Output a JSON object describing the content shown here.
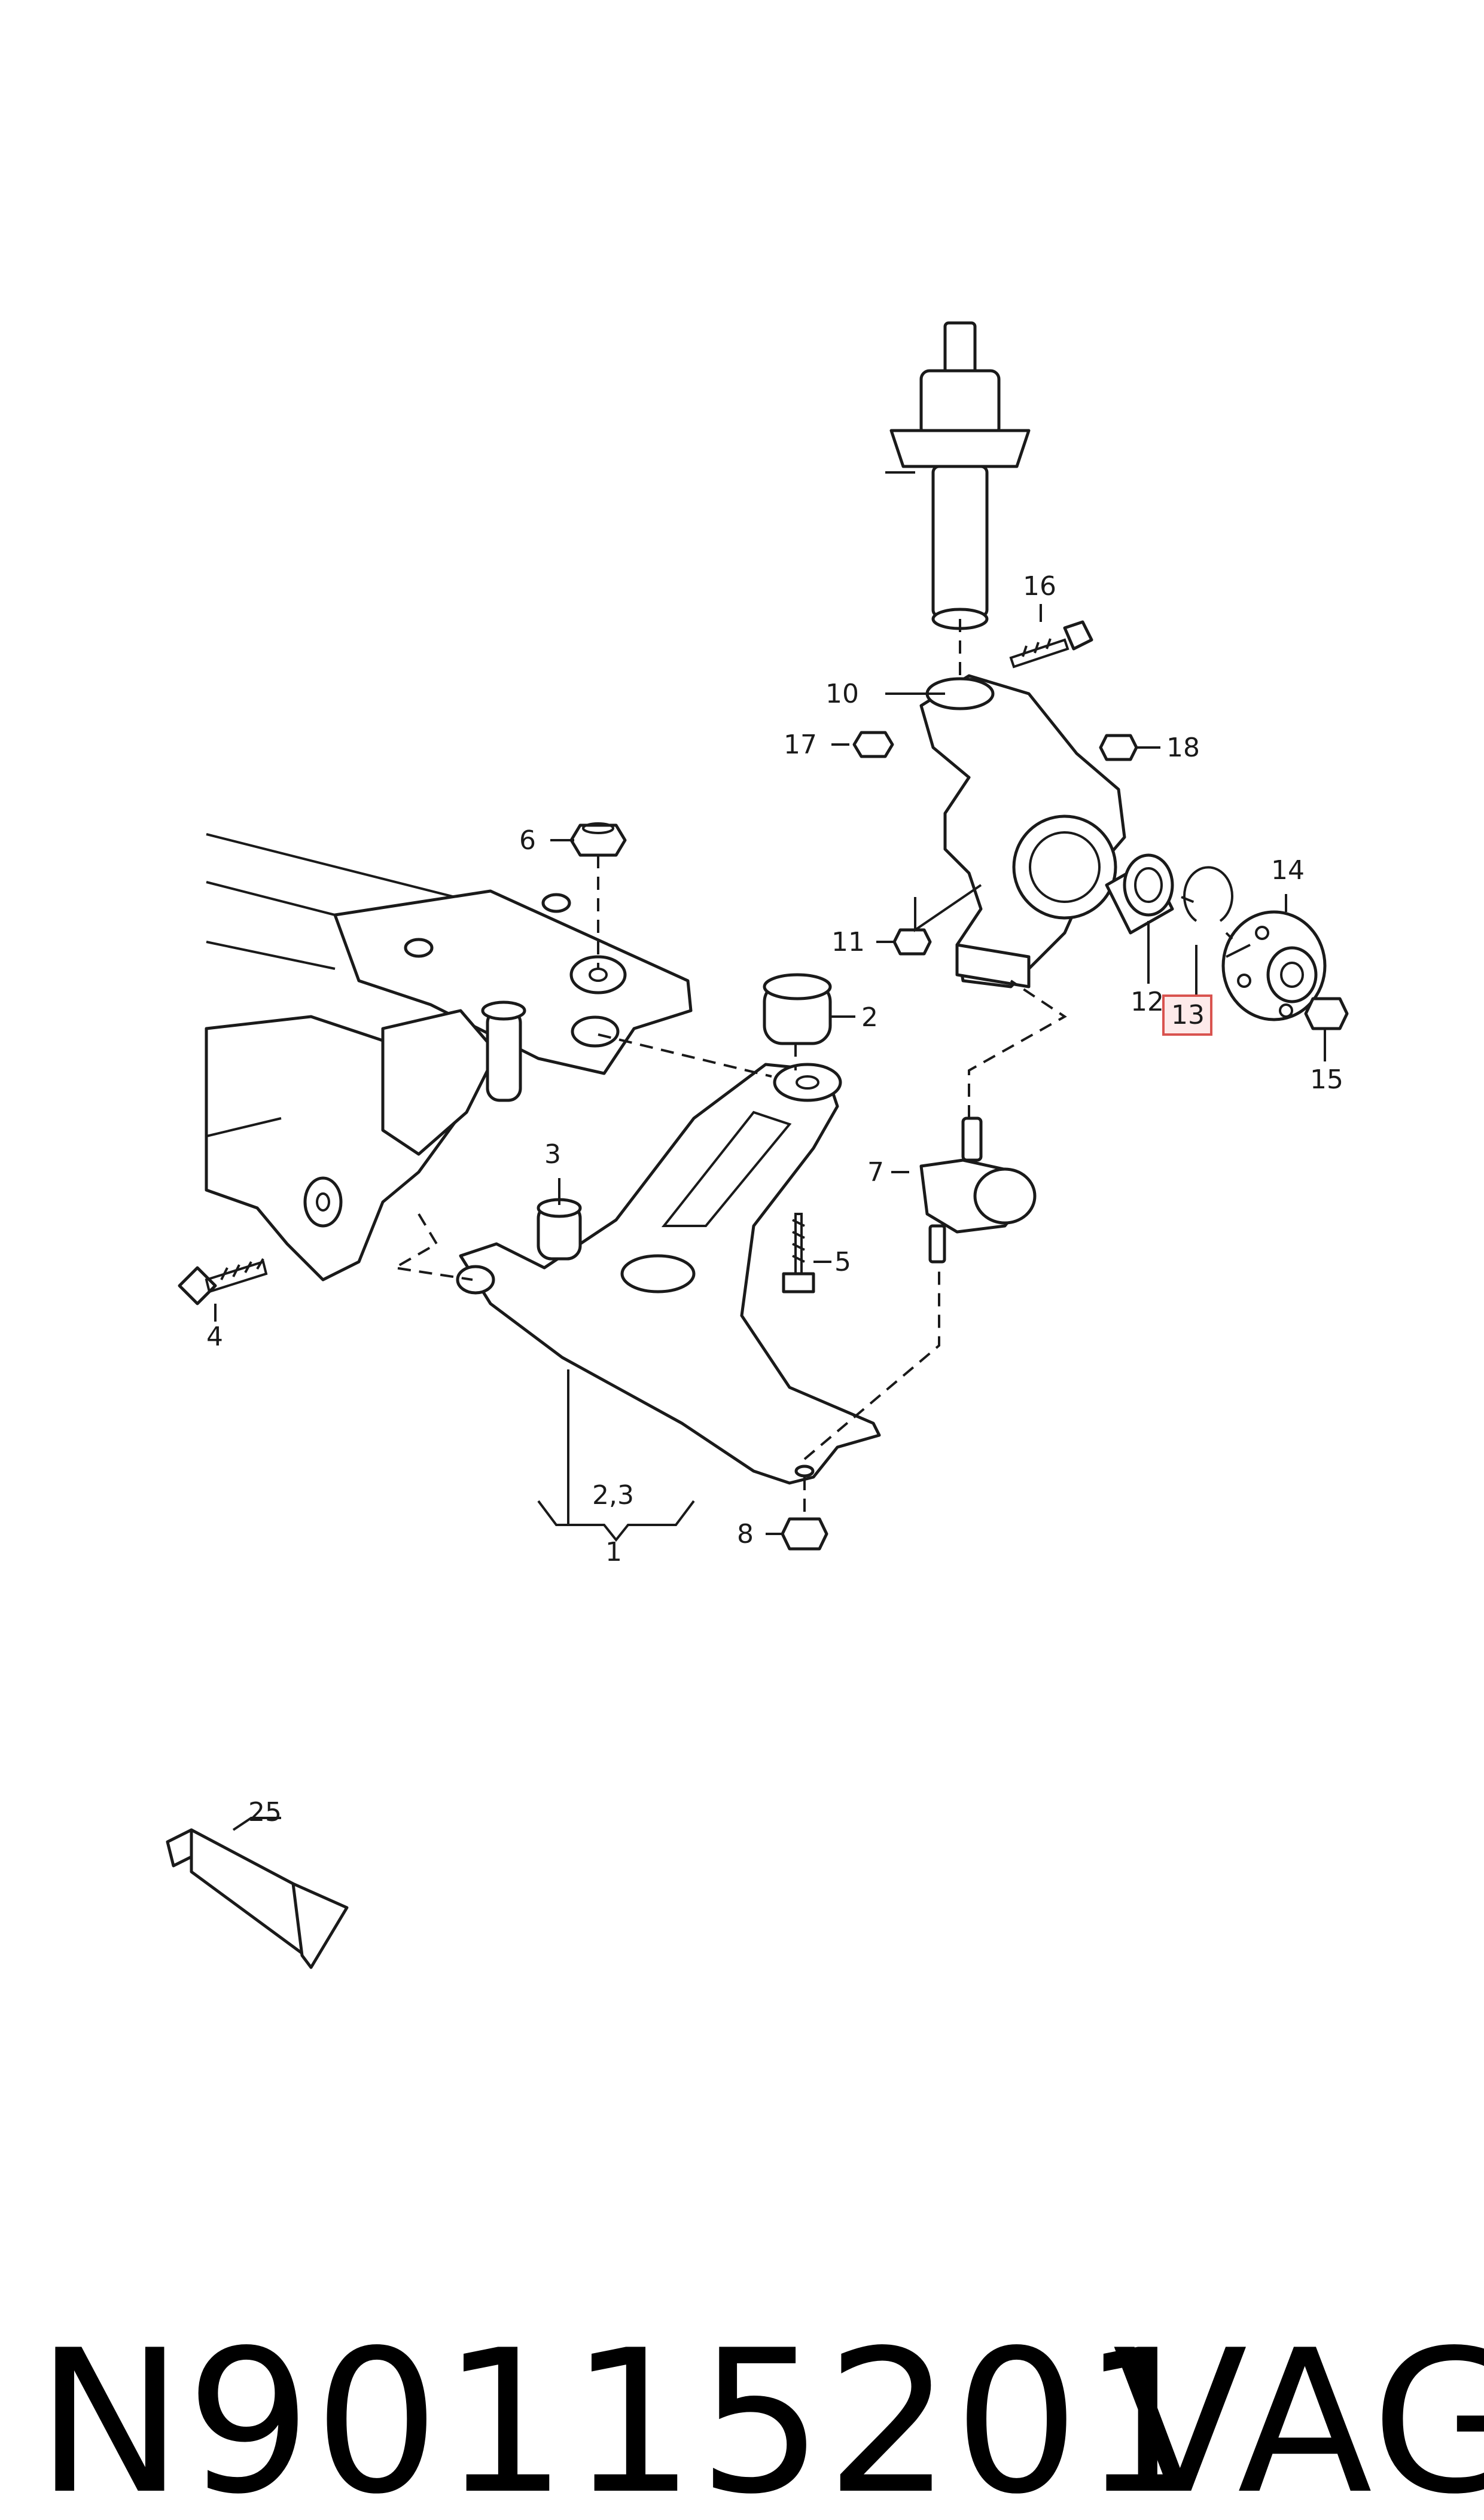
{
  "callouts": {
    "c1": "1",
    "c2": "2",
    "c23": "2,3",
    "c3": "3",
    "c4": "4",
    "c5": "5",
    "c6": "6",
    "c7": "7",
    "c8": "8",
    "c10": "10",
    "c11": "11",
    "c12": "12",
    "c13": "13",
    "c14": "14",
    "c15": "15",
    "c16": "16",
    "c17": "17",
    "c18": "18",
    "c25": "25"
  },
  "highlight": {
    "callout": "13",
    "color": "#d9534f"
  },
  "footer": {
    "part_number": "N90115201",
    "brand": "VAG"
  }
}
